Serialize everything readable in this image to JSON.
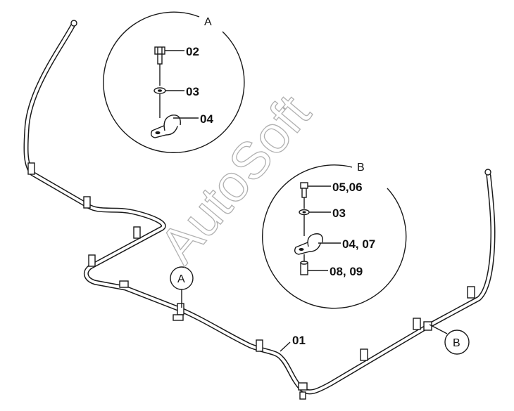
{
  "watermark": "AutoSoft",
  "detail_a": {
    "label": "A",
    "callouts": [
      "02",
      "03",
      "04"
    ]
  },
  "detail_b": {
    "label": "B",
    "callouts": [
      "05,06",
      "03",
      "04, 07",
      "08, 09"
    ]
  },
  "main": {
    "pipe_label": "01",
    "marker_a": "A",
    "marker_b": "B"
  }
}
